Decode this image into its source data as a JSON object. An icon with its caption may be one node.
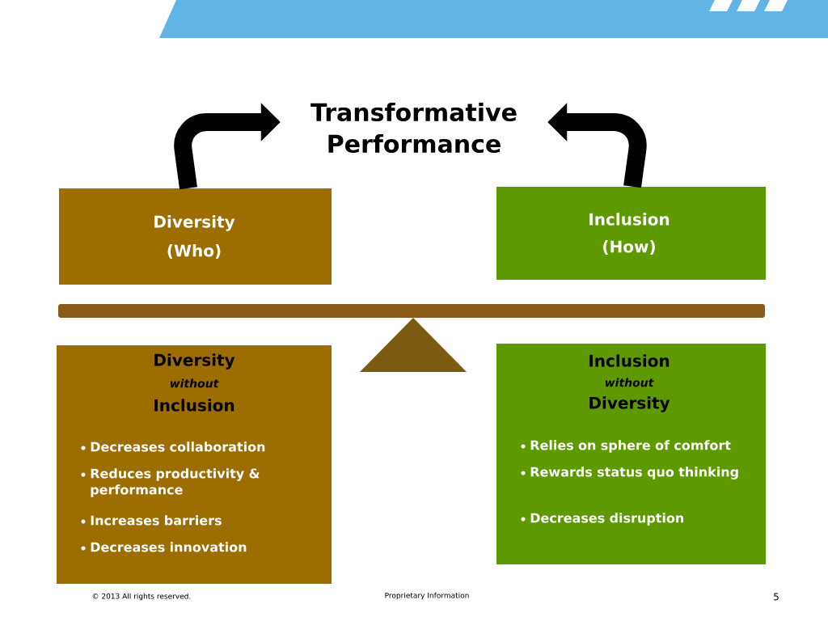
{
  "diagram": {
    "nodes": [
      {
        "text": [
          "Transformative Performance"
        ]
      },
      {
        "text": [
          "Diversity",
          "(Who)"
        ]
      },
      {
        "text": [
          "Inclusion",
          "(How)"
        ]
      },
      {
        "text": [
          "Diversity",
          "without",
          "Inclusion",
          "Decreases collaboration",
          "Reduces productivity & performance",
          "Increases barriers",
          "Decreases innovation"
        ]
      },
      {
        "text": [
          "Inclusion",
          "without",
          "Diversity",
          "Relies on sphere of comfort",
          "Rewards status quo thinking",
          "Decreases disruption"
        ]
      }
    ],
    "edges": [
      {
        "from": 1,
        "to": 0,
        "arrow": "to"
      },
      {
        "from": 2,
        "to": 0,
        "arrow": "to"
      }
    ],
    "labels": [
      "© 2013 All rights reserved.",
      "Proprietary Information",
      "5"
    ]
  }
}
